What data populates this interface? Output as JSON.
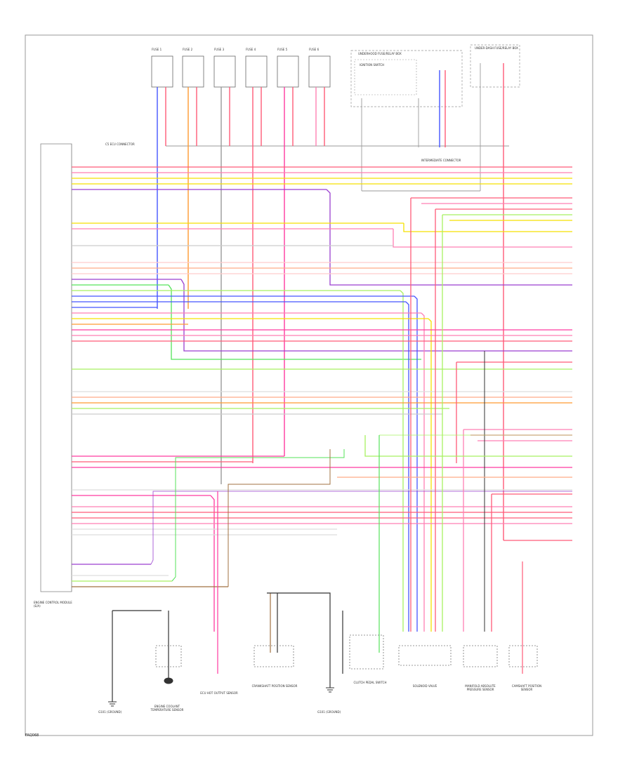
{
  "diagram": {
    "code": "FAQ068",
    "ecm_title": "ENGINE CONTROL MODULE (E/A)",
    "connector_group_label": "C5 ECU CONNECTOR",
    "fuse_relay_box_label": "UNDERHOOD FUSE/RELAY BOX",
    "center_connector_label": "IGNITION SWITCH",
    "under_dash_label": "UNDER-DASH FUSE/RELAY BOX",
    "relay_junction_label": "INTERMEDIATE CONNECTOR",
    "fuses": [
      {
        "label": "FUSE 1"
      },
      {
        "label": "FUSE 2"
      },
      {
        "label": "FUSE 3"
      },
      {
        "label": "FUSE 4"
      },
      {
        "label": "FUSE 5"
      },
      {
        "label": "FUSE 6"
      }
    ],
    "bottom_components": [
      {
        "label": "G101 (GROUND)"
      },
      {
        "label": "ENGINE COOLANT TEMPERATURE SENSOR"
      },
      {
        "label": "ECU HOT OUTPUT SENSOR"
      },
      {
        "label": "CRANKSHAFT POSITION SENSOR"
      },
      {
        "label": "G101 (GROUND)"
      },
      {
        "label": "CLUTCH PEDAL SWITCH"
      },
      {
        "label": "SOLENOID VALVE"
      },
      {
        "label": "MANIFOLD ABSOLUTE PRESSURE SENSOR"
      },
      {
        "label": "CAMSHAFT POSITION SENSOR"
      }
    ],
    "wire_colors": {
      "red": "#ff5a78",
      "pink": "#ff7fb4",
      "yellow": "#f5e000",
      "green": "#55e35a",
      "lightgreen": "#a8f060",
      "blue": "#4455ff",
      "purple": "#9a3fd0",
      "orange": "#ff9a30",
      "brown": "#a07040",
      "gray": "#9a9a9a",
      "black": "#333333"
    }
  }
}
